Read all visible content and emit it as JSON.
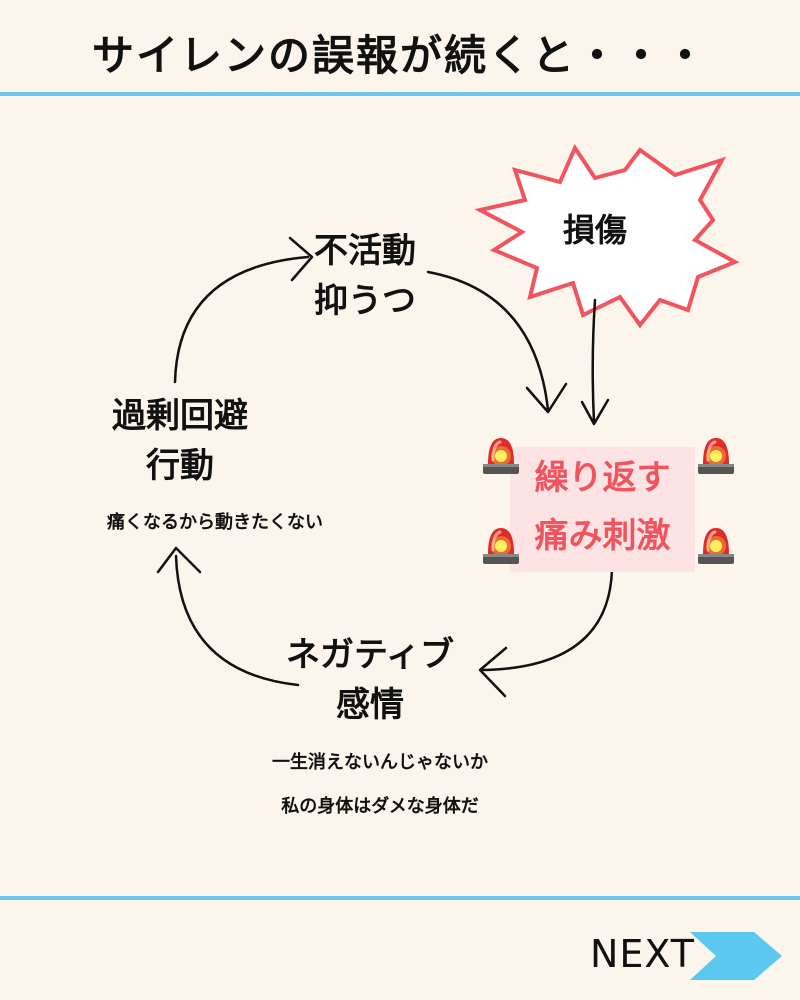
{
  "title": "サイレンの誤報が続くと・・・",
  "cycle": {
    "inactivity": {
      "line1": "不活動",
      "line2": "抑うつ"
    },
    "avoidance": {
      "line1": "過剰回避",
      "line2": "行動",
      "sub": "痛くなるから動きたくない"
    },
    "negative": {
      "line1": "ネガティブ",
      "line2": "感情",
      "sub1": "一生消えないんじゃないか",
      "sub2": "私の身体はダメな身体だ"
    },
    "stimulus": {
      "line1": "繰り返す",
      "line2": "痛み刺激"
    }
  },
  "injury": "損傷",
  "next": "NEXT",
  "colors": {
    "background": "#fbf5ec",
    "rule": "#6ec6ef",
    "accent_red": "#f0555f",
    "stimulus_bg": "#fde3e3",
    "next_arrow": "#5bc8f0"
  },
  "icons": {
    "siren": "siren-icon",
    "burst": "burst-shape",
    "next": "chevron-arrow-icon"
  }
}
